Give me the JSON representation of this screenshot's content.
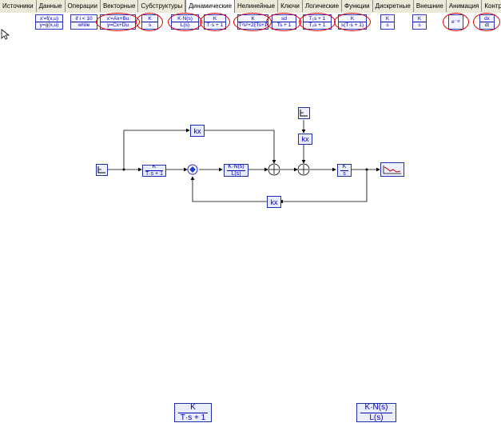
{
  "tabs": [
    "Источники",
    "Данные",
    "Операции",
    "Векторные",
    "Субструктуры",
    "Динамические",
    "Нелинейные",
    "Ключи",
    "Логические",
    "Функции",
    "Дискретные",
    "Внешние",
    "Анимация",
    "Контроль и упра"
  ],
  "active_tab": "Динамические",
  "palette": [
    {
      "top": "x'=f(x,u)",
      "bottom": "y=g(x,u)"
    },
    {
      "top": "if i < 10",
      "bottom": "while"
    },
    {
      "top": "x'=Ax+Bu",
      "bottom": "y=Cx+Du"
    },
    {
      "top": "K",
      "bottom": "s"
    },
    {
      "top": "K·N(s)",
      "bottom": "L(s)"
    },
    {
      "top": "K",
      "bottom": "T·s + 1"
    },
    {
      "top": "K",
      "bottom": "T²s²+2ξTs+1"
    },
    {
      "top": "sd",
      "bottom": "Ts + 1"
    },
    {
      "top": "T₁s + 1",
      "bottom": "T₂s + 1"
    },
    {
      "top": "K",
      "bottom": "s(T·s + 1)"
    },
    {
      "top": "K",
      "bottom": "s"
    },
    {
      "top": "K",
      "bottom": "s"
    },
    {
      "top": "e⁻ˢᵗ",
      "bottom": ""
    },
    {
      "top": "dx",
      "bottom": "dt"
    }
  ],
  "diagram": {
    "gain_top": "kx",
    "gain_mid": "kx",
    "gain_feedback": "kx",
    "tf1": {
      "num": "K",
      "den": "T·s + 1"
    },
    "tf2": {
      "num": "K·N(s)",
      "den": "L(s)"
    },
    "integrator": {
      "num": "K",
      "den": "s"
    }
  },
  "bottom_blocks": [
    {
      "num": "K",
      "den": "T·s + 1"
    },
    {
      "num": "K·N(s)",
      "den": "L(s)"
    }
  ]
}
